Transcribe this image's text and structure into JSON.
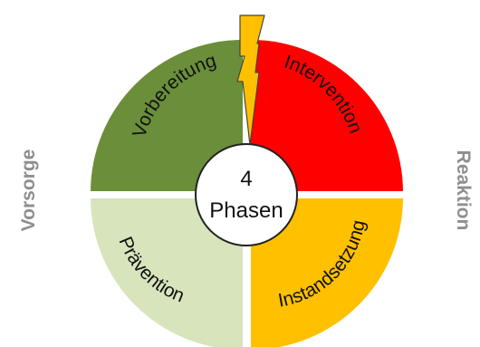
{
  "center": {
    "line1": "4",
    "line2": "Phasen"
  },
  "sides": {
    "left": "Vorsorge",
    "right": "Reaktion"
  },
  "phases": {
    "vorbereitung": {
      "label": "Vorbereitung",
      "color": "#6b8e3a"
    },
    "intervention": {
      "label": "Intervention",
      "color": "#ff0000"
    },
    "instandsetzung": {
      "label": "Instandsetzung",
      "color": "#ffc000"
    },
    "praevention": {
      "label": "Prävention",
      "color": "#d8e4bc"
    }
  },
  "lightning": {
    "color": "#ffc000",
    "outline": "#444444"
  }
}
